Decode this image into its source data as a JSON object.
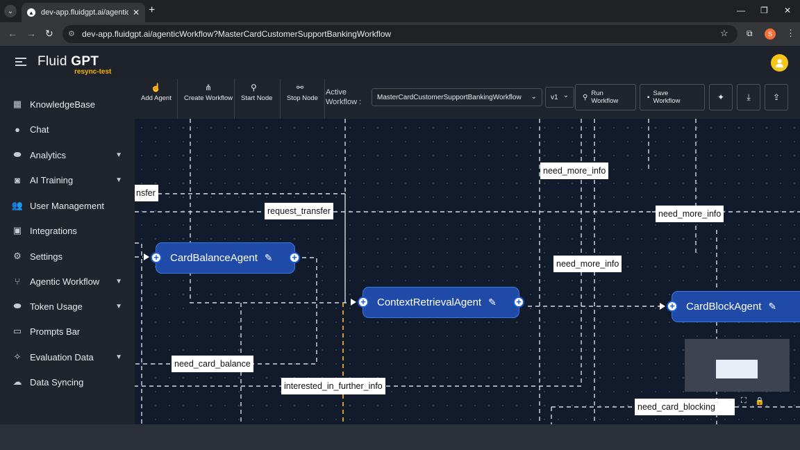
{
  "browser": {
    "tab_title": "dev-app.fluidgpt.ai/agenticWor",
    "url": "dev-app.fluidgpt.ai/agenticWorkflow?MasterCardCustomerSupportBankingWorkflow",
    "profile_initial": "S"
  },
  "app": {
    "brand_light": "Fluid",
    "brand_bold": "GPT",
    "workspace": "resync-test"
  },
  "sidebar": {
    "items": [
      {
        "label": "KnowledgeBase",
        "icon": "grid-icon",
        "expandable": false
      },
      {
        "label": "Chat",
        "icon": "chat-bubble-icon",
        "expandable": false
      },
      {
        "label": "Analytics",
        "icon": "database-icon",
        "expandable": true
      },
      {
        "label": "AI Training",
        "icon": "robot-icon",
        "expandable": true
      },
      {
        "label": "User Management",
        "icon": "users-icon",
        "expandable": false
      },
      {
        "label": "Integrations",
        "icon": "briefcase-icon",
        "expandable": false
      },
      {
        "label": "Settings",
        "icon": "gear-icon",
        "expandable": false
      },
      {
        "label": "Agentic Workflow",
        "icon": "workflow-icon",
        "expandable": true
      },
      {
        "label": "Token Usage",
        "icon": "database-icon",
        "expandable": true
      },
      {
        "label": "Prompts Bar",
        "icon": "message-square-icon",
        "expandable": false
      },
      {
        "label": "Evaluation Data",
        "icon": "sparkle-icon",
        "expandable": true
      },
      {
        "label": "Data Syncing",
        "icon": "cloud-sync-icon",
        "expandable": false
      }
    ]
  },
  "workflow_toolbar": {
    "add_agent": "Add Agent",
    "create_workflow": "Create Workflow",
    "start_node": "Start Node",
    "stop_node": "Stop Node",
    "active_workflow_label": "Active Workflow :",
    "active_workflow": "MasterCardCustomerSupportBankingWorkflow",
    "version": "v1",
    "run_workflow": "Run Workflow",
    "save_workflow": "Save Workflow"
  },
  "nodes": {
    "card_balance": "CardBalanceAgent",
    "context_retrieval": "ContextRetrievalAgent",
    "card_block": "CardBlockAgent"
  },
  "edges": {
    "transfer_partial": "nsfer",
    "request_transfer": "request_transfer",
    "need_more_info_1": "need_more_info",
    "need_more_info_2": "need_more_info",
    "need_more_info_3": "need_more_info",
    "need_card_balance": "need_card_balance",
    "interested_in_further_info": "interested_in_further_info",
    "need_card_blocking": "need_card_blocking"
  }
}
